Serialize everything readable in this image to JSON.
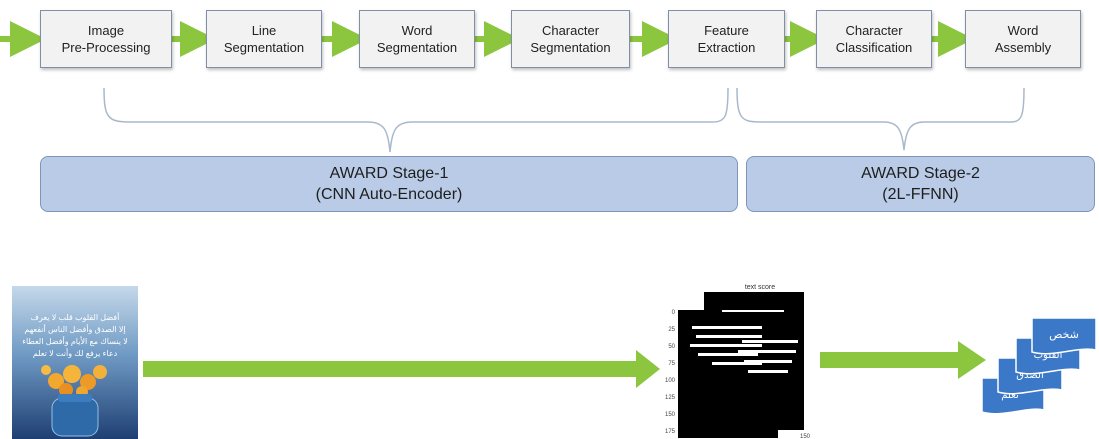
{
  "pipeline": {
    "steps": [
      {
        "line1": "Image",
        "line2": "Pre-Processing"
      },
      {
        "line1": "Line",
        "line2": "Segmentation"
      },
      {
        "line1": "Word",
        "line2": "Segmentation"
      },
      {
        "line1": "Character",
        "line2": "Segmentation"
      },
      {
        "line1": "Feature",
        "line2": "Extraction"
      },
      {
        "line1": "Character",
        "line2": "Classification"
      },
      {
        "line1": "Word",
        "line2": "Assembly"
      }
    ]
  },
  "stages": [
    {
      "title": "AWARD Stage-1",
      "subtitle": "(CNN Auto-Encoder)"
    },
    {
      "title": "AWARD Stage-2",
      "subtitle": "(2L-FFNN)"
    }
  ],
  "poster": {
    "lines": [
      "أفضل القلوب قلب لا يعرف",
      "إلا الصدق وأفضل الناس أنفعهم",
      "لا ينساك مع الأيام وأفضل العطاء",
      "دعاء يرفع لك وأنت لا تعلم"
    ]
  },
  "score_plot": {
    "title": "text score",
    "y_ticks": [
      "0",
      "25",
      "50",
      "75",
      "100",
      "125",
      "150",
      "175"
    ],
    "x_tick": "150"
  },
  "word_cards": [
    "شخص",
    "القلوب",
    "الصدق",
    "تعلم"
  ],
  "colors": {
    "arrow": "#8cc63f",
    "step_fill": "#f2f2f2",
    "stage_fill": "#b9cbe6",
    "card_fill": "#3b78c8"
  }
}
